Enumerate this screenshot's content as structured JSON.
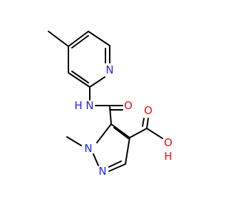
{
  "colors": {
    "bond": "#000000",
    "nitrogen": "#2222ee",
    "oxygen": "#ee1111",
    "background": "#ffffff"
  },
  "atoms": {
    "pyridine_n": "N",
    "amide_nh": "N",
    "amide_h": "H",
    "amide_o": "O",
    "acid_o_double": "O",
    "acid_oh_o": "O",
    "acid_oh_h": "H",
    "pyrazole_n1": "N",
    "pyrazole_n2": "N"
  }
}
